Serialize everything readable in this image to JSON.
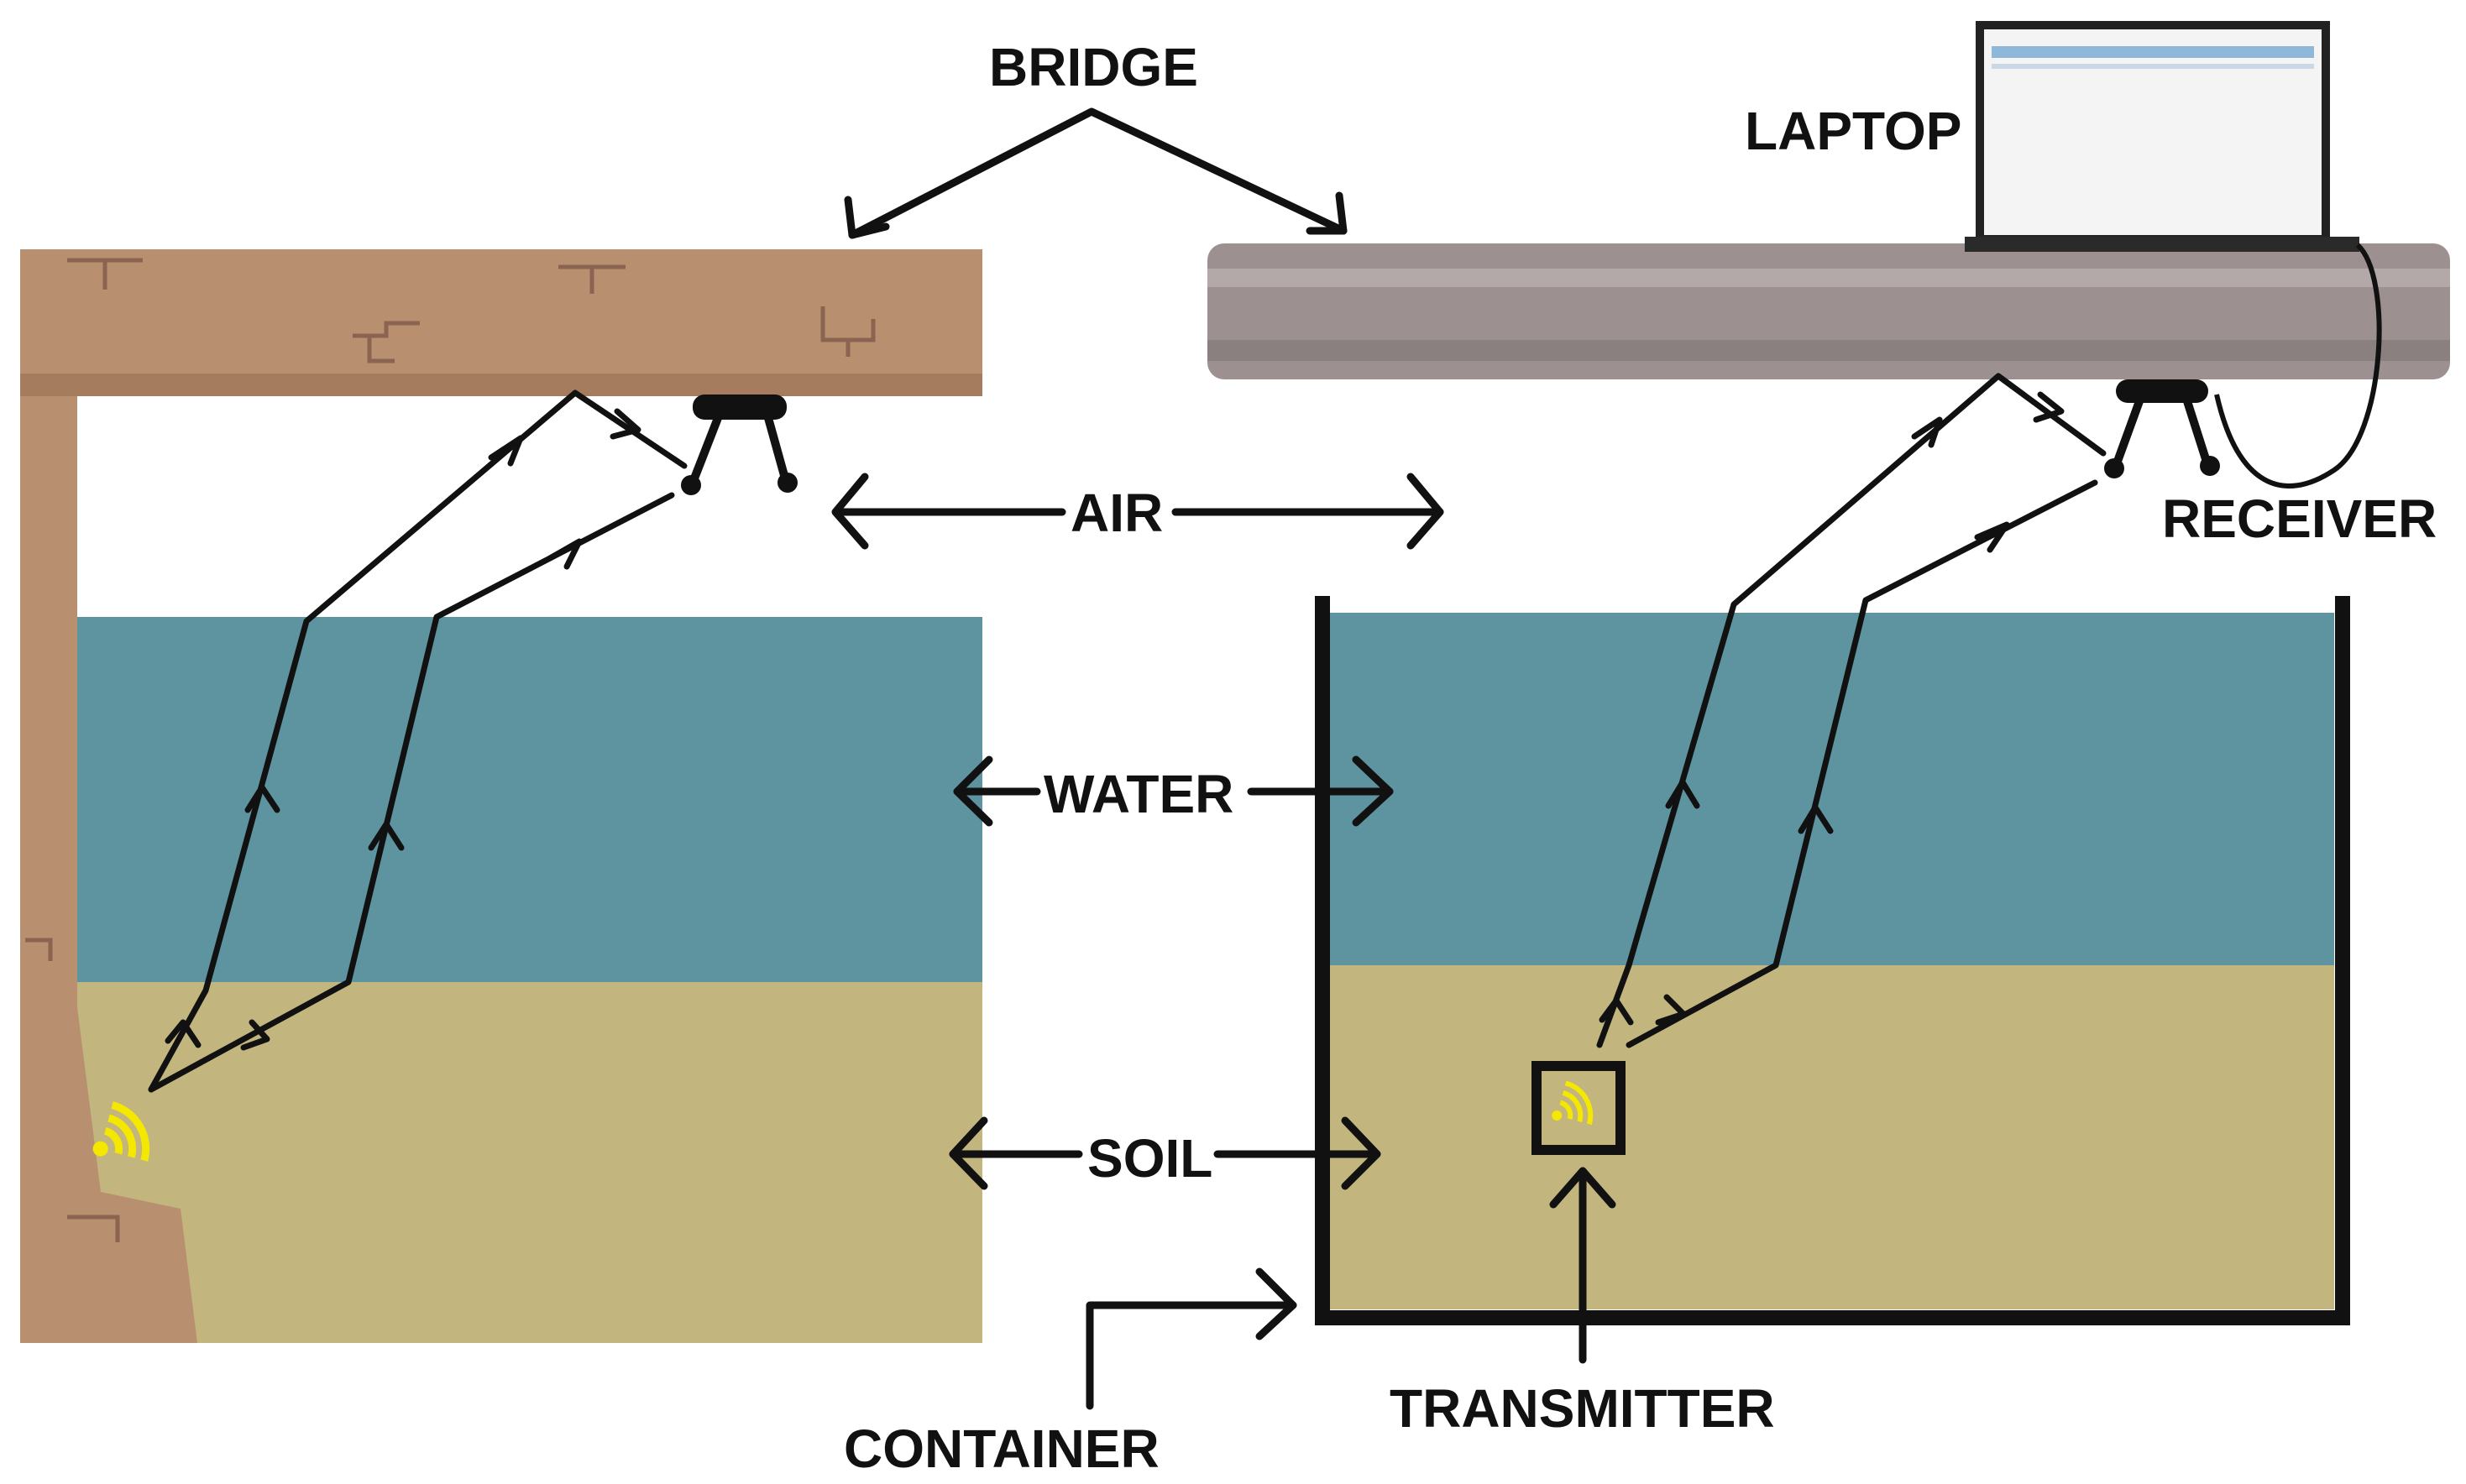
{
  "labels": {
    "bridge": "BRIDGE",
    "laptop": "LAPTOP",
    "air": "AIR",
    "receiver": "RECEIVER",
    "water": "WATER",
    "soil": "SOIL",
    "transmitter": "TRANSMITTER",
    "container": "CONTAINER"
  },
  "colors": {
    "bridge_left": "#b8906f",
    "bridge_right": "#9c9090",
    "water": "#5e94a0",
    "soil": "#c2b57e",
    "signal": "#f5e800",
    "outline": "#111111"
  },
  "icons": {
    "transmitter_signal": "wifi-signal-icon",
    "receiver": "receiver-device-icon",
    "laptop": "laptop-icon"
  }
}
